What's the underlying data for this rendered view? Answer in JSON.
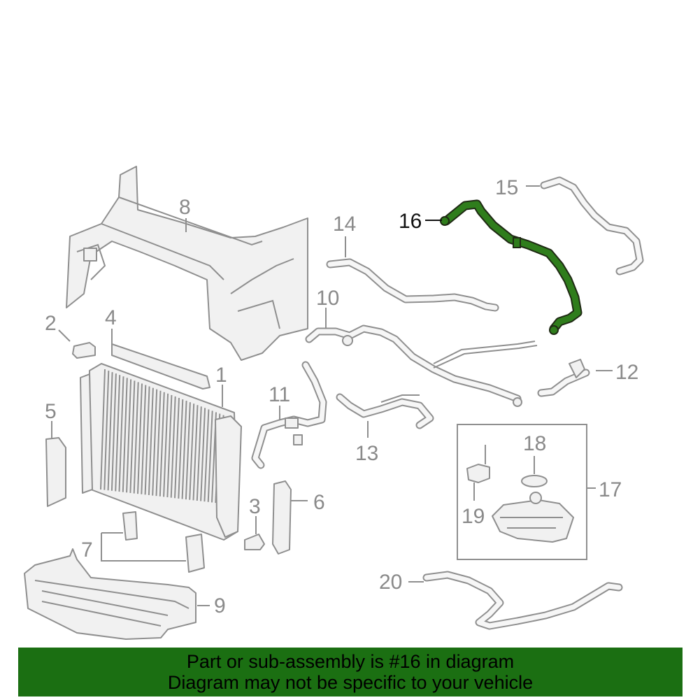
{
  "diagram": {
    "callouts": {
      "c1": "1",
      "c2": "2",
      "c3": "3",
      "c4": "4",
      "c5": "5",
      "c6": "6",
      "c7": "7",
      "c8": "8",
      "c9": "9",
      "c10": "10",
      "c11": "11",
      "c12": "12",
      "c13": "13",
      "c14": "14",
      "c15": "15",
      "c16": "16",
      "c17": "17",
      "c18": "18",
      "c19": "19",
      "c20": "20"
    },
    "highlighted_part": "16",
    "colors": {
      "highlight": "#2f7d1c",
      "parts": "#8f8f8f",
      "banner": "#1b6f12"
    }
  },
  "banner": {
    "line1": "Part or sub-assembly is #16 in diagram",
    "line2": "Diagram may not be specific to your vehicle"
  }
}
